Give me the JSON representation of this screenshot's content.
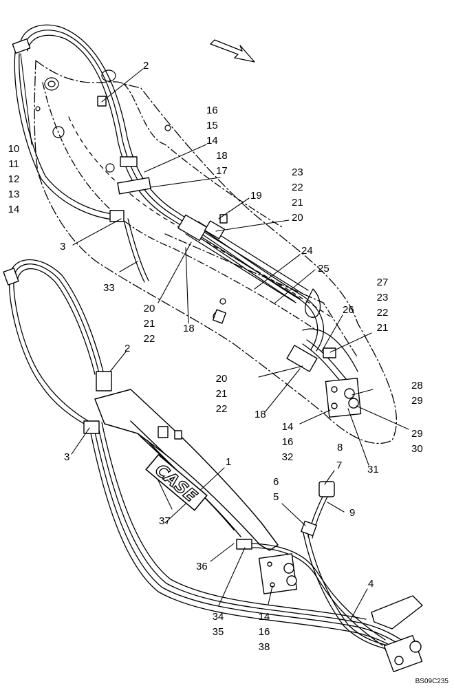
{
  "callouts": {
    "c_2_top": "2",
    "c_16_15_14": [
      "16",
      "15",
      "14"
    ],
    "c_18_17": [
      "18",
      "17"
    ],
    "c_10_14": [
      "10",
      "11",
      "12",
      "13",
      "14"
    ],
    "c_19": "19",
    "c_23_20": [
      "23",
      "22",
      "21",
      "20"
    ],
    "c_3_top": "3",
    "c_33": "33",
    "c_24": "24",
    "c_25": "25",
    "c_20_22_a": [
      "20",
      "21",
      "22"
    ],
    "c_18_mid": "18",
    "c_27_21": [
      "27",
      "23",
      "22",
      "21"
    ],
    "c_26": "26",
    "c_20_22_b": [
      "20",
      "21",
      "22"
    ],
    "c_18_low": "18",
    "c_28_29": [
      "28",
      "29"
    ],
    "c_29_30": [
      "29",
      "30"
    ],
    "c_14_32": [
      "14",
      "16",
      "32"
    ],
    "c_31": "31",
    "c_2_low": "2",
    "c_3_low": "3",
    "c_1": "1",
    "c_8": "8",
    "c_7": "7",
    "c_6_5": [
      "6",
      "5"
    ],
    "c_9": "9",
    "c_37": "37",
    "c_36": "36",
    "c_4": "4",
    "c_34_35": [
      "34",
      "35"
    ],
    "c_14_38": [
      "14",
      "16",
      "38"
    ]
  },
  "boom_logo": "CASE",
  "drawing_code": "BS09C235"
}
